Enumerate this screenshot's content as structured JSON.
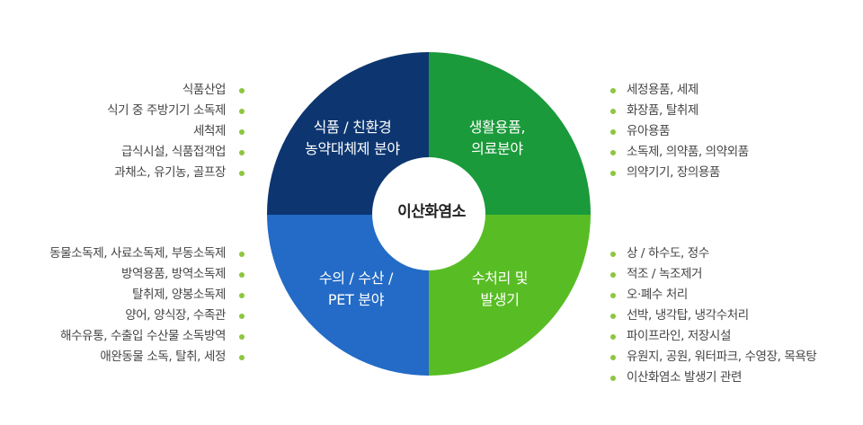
{
  "center": {
    "label": "이산화염소"
  },
  "quadrants": {
    "top_left": {
      "line1": "식품 / 친환경",
      "line2": "농약대체제 분야",
      "color": "#0d3670"
    },
    "top_right": {
      "line1": "생활용품,",
      "line2": "의료분야",
      "color": "#1a9a3a"
    },
    "bottom_left": {
      "line1": "수의 / 수산 /",
      "line2": "PET 분야",
      "color": "#236bc6"
    },
    "bottom_right": {
      "line1": "수처리 및",
      "line2": "발생기",
      "color": "#58bd24"
    }
  },
  "bullet_color": "#8dc63f",
  "lists": {
    "top_left": [
      "식품산업",
      "식기 중 주방기기 소독제",
      "세척제",
      "급식시설, 식품접객업",
      "과채소, 유기농, 골프장"
    ],
    "top_right": [
      "세정용품, 세제",
      "화장품, 탈취제",
      "유아용품",
      "소독제, 의약품, 의약외품",
      "의약기기, 장의용품"
    ],
    "bottom_left": [
      "동물소독제, 사료소독제, 부동소독제",
      "방역용품, 방역소독제",
      "탈취제, 양봉소독제",
      "양어, 양식장, 수족관",
      "해수유통, 수출입 수산물 소독방역",
      "애완동물 소독, 탈취, 세정"
    ],
    "bottom_right": [
      "상 / 하수도, 정수",
      "적조 / 녹조제거",
      "오·폐수 처리",
      "선박, 냉각탑, 냉각수처리",
      "파이프라인, 저장시설",
      "유원지, 공원, 워터파크, 수영장, 목욕탕",
      "이산화염소 발생기 관련"
    ]
  }
}
